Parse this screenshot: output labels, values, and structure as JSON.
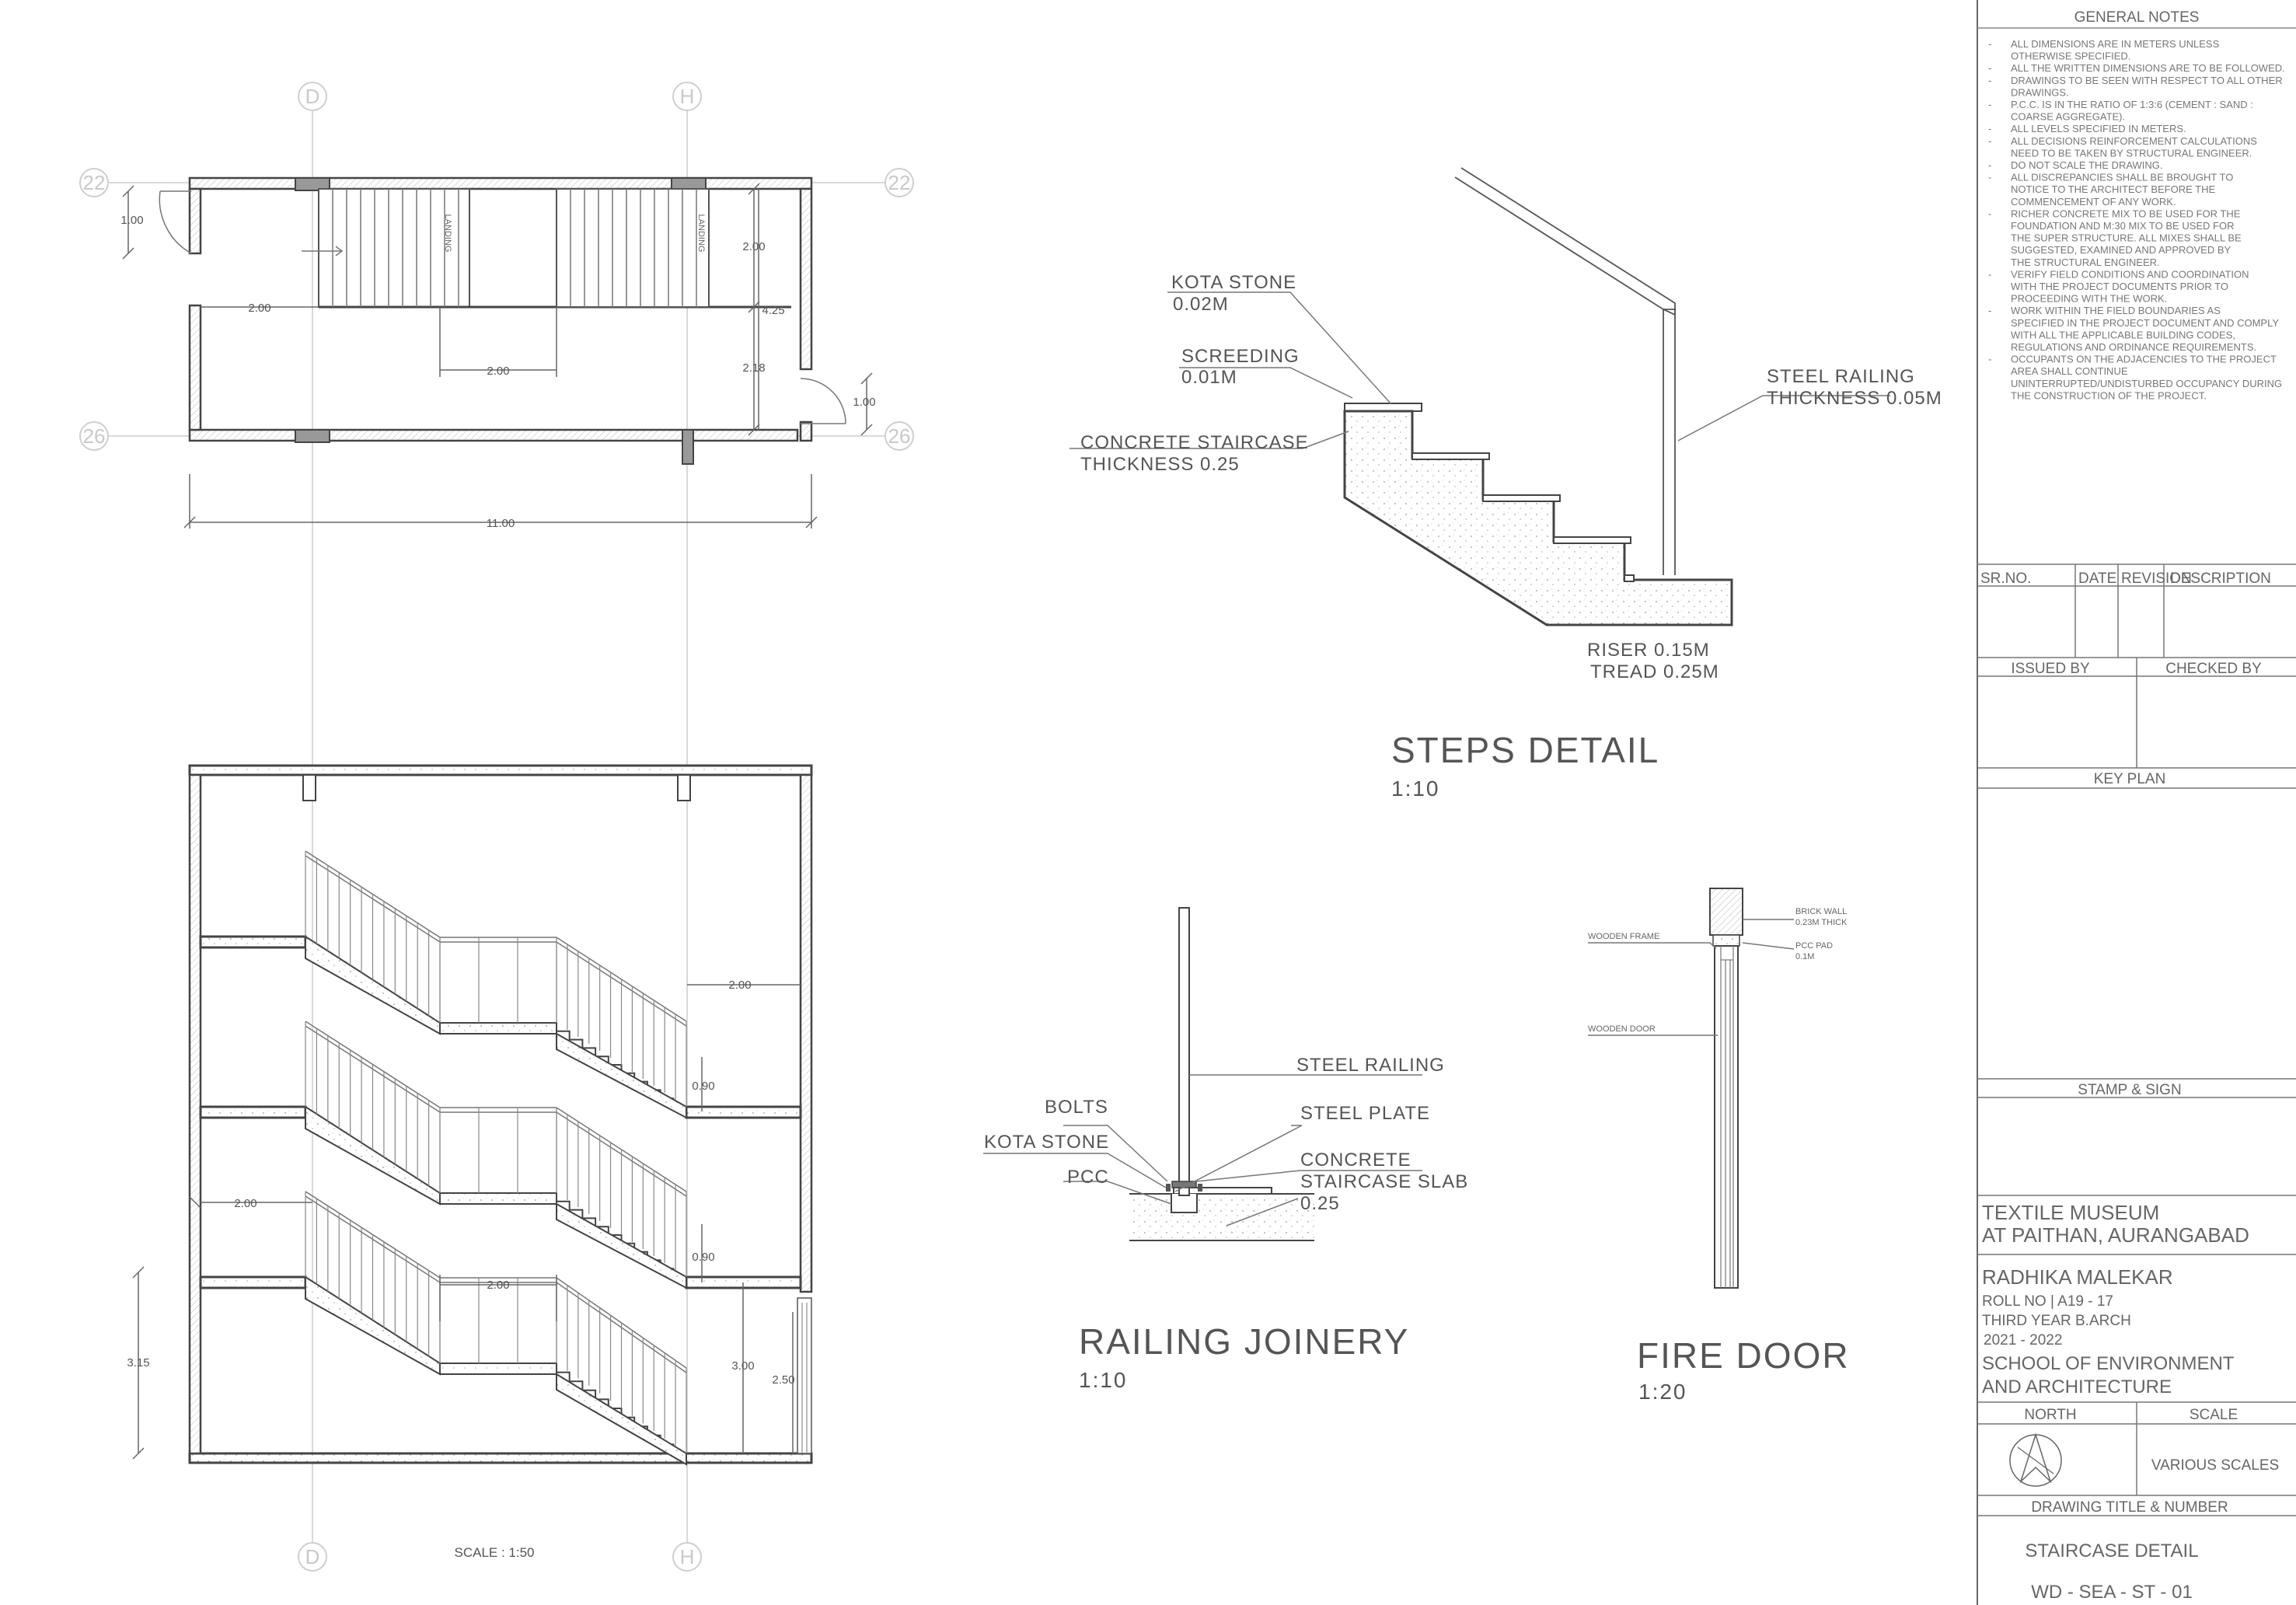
{
  "grid": {
    "columns": [
      "D",
      "H"
    ],
    "rows": [
      "22",
      "26"
    ]
  },
  "plan": {
    "dims": {
      "door_left": "1.00",
      "left_run": "2.00",
      "landing_gap": "2.00",
      "right_upper": "2.00",
      "right_lower": "2.18",
      "right_total": "4.25",
      "door_right": "1.00",
      "overall": "11.00"
    },
    "landing_labels": [
      "LANDING",
      "LANDING"
    ]
  },
  "section": {
    "dims": {
      "landing_1": "2.00",
      "rail_1": "0.90",
      "left_landing": "2.00",
      "rail_2": "0.90",
      "landing_3": "2.00",
      "floor_height": "3.15",
      "right_height": "3.00",
      "door_height": "2.50"
    },
    "scale": "SCALE : 1:50"
  },
  "steps_detail": {
    "labels": {
      "kota": "KOTA STONE",
      "kota_val": "0.02M",
      "screed": "SCREEDING",
      "screed_val": "0.01M",
      "concrete": "CONCRETE STAIRCASE",
      "concrete_val": "THICKNESS 0.25",
      "railing": "STEEL RAILING",
      "railing_val": "THICKNESS 0.05M",
      "riser": "RISER 0.15M",
      "tread": "TREAD 0.25M"
    },
    "title": "STEPS DETAIL",
    "scale": "1:10"
  },
  "railing_joinery": {
    "labels": {
      "steel_railing": "STEEL RAILING",
      "bolts": "BOLTS",
      "steel_plate": "STEEL PLATE",
      "kota": "KOTA STONE",
      "pcc": "PCC",
      "concrete_1": "CONCRETE",
      "concrete_2": "STAIRCASE SLAB",
      "concrete_3": "0.25"
    },
    "title": "RAILING JOINERY",
    "scale": "1:10"
  },
  "fire_door": {
    "labels": {
      "brick_1": "BRICK WALL",
      "brick_2": "0.23M THICK",
      "frame": "WOODEN FRAME",
      "pcc_1": "PCC PAD",
      "pcc_2": "0.1M",
      "door": "WOODEN DOOR"
    },
    "title": "FIRE DOOR",
    "scale": "1:20"
  },
  "title_block": {
    "general_notes_title": "GENERAL NOTES",
    "notes": [
      "ALL DIMENSIONS ARE IN METERS UNLESS",
      "OTHERWISE SPECIFIED.",
      "ALL THE WRITTEN DIMENSIONS ARE TO BE FOLLOWED.",
      "DRAWINGS TO BE SEEN WITH RESPECT TO ALL OTHER",
      "DRAWINGS.",
      "P.C.C. IS IN THE RATIO OF 1:3:6 (CEMENT : SAND :",
      "COARSE AGGREGATE).",
      "ALL LEVELS SPECIFIED IN METERS.",
      "ALL DECISIONS REINFORCEMENT CALCULATIONS",
      "NEED TO BE TAKEN BY STRUCTURAL ENGINEER.",
      "DO NOT SCALE THE DRAWING.",
      "ALL DISCREPANCIES SHALL BE BROUGHT TO",
      "NOTICE TO THE ARCHITECT BEFORE THE",
      "COMMENCEMENT OF ANY WORK.",
      "RICHER CONCRETE MIX TO BE USED FOR THE",
      "FOUNDATION AND M:30 MIX TO BE USED FOR",
      "THE SUPER STRUCTURE. ALL MIXES SHALL BE",
      "SUGGESTED, EXAMINED AND APPROVED BY",
      "THE STRUCTURAL ENGINEER.",
      "VERIFY FIELD CONDITIONS AND COORDINATION",
      "WITH THE PROJECT DOCUMENTS PRIOR TO",
      "PROCEEDING WITH THE WORK.",
      "WORK WITHIN THE FIELD BOUNDARIES AS",
      "SPECIFIED IN THE PROJECT DOCUMENT AND COMPLY",
      "WITH ALL THE APPLICABLE BUILDING CODES,",
      "REGULATIONS AND ORDINANCE REQUIREMENTS.",
      "OCCUPANTS ON THE ADJACENCIES TO THE PROJECT",
      "AREA SHALL CONTINUE",
      "UNINTERRUPTED/UNDISTURBED OCCUPANCY DURING",
      "THE CONSTRUCTION OF THE PROJECT."
    ],
    "revision_headers": [
      "SR.NO.",
      "DATE",
      "REVISION",
      "DESCRIPTION"
    ],
    "issued_by": "ISSUED BY",
    "checked_by": "CHECKED BY",
    "key_plan": "KEY PLAN",
    "stamp": "STAMP & SIGN",
    "project_1": "TEXTILE MUSEUM",
    "project_2": "AT PAITHAN, AURANGABAD",
    "student": "RADHIKA MALEKAR",
    "roll": "ROLL NO | A19 - 17",
    "year": "THIRD YEAR B.ARCH",
    "session": "2021 - 2022",
    "school_1": "SCHOOL OF ENVIRONMENT",
    "school_2": "AND ARCHITECTURE",
    "north": "NORTH",
    "scale_label": "SCALE",
    "scale_value": "VARIOUS SCALES",
    "drawing_title_label": "DRAWING TITLE & NUMBER",
    "drawing_title": "STAIRCASE DETAIL",
    "drawing_number": "WD - SEA - ST - 01"
  }
}
